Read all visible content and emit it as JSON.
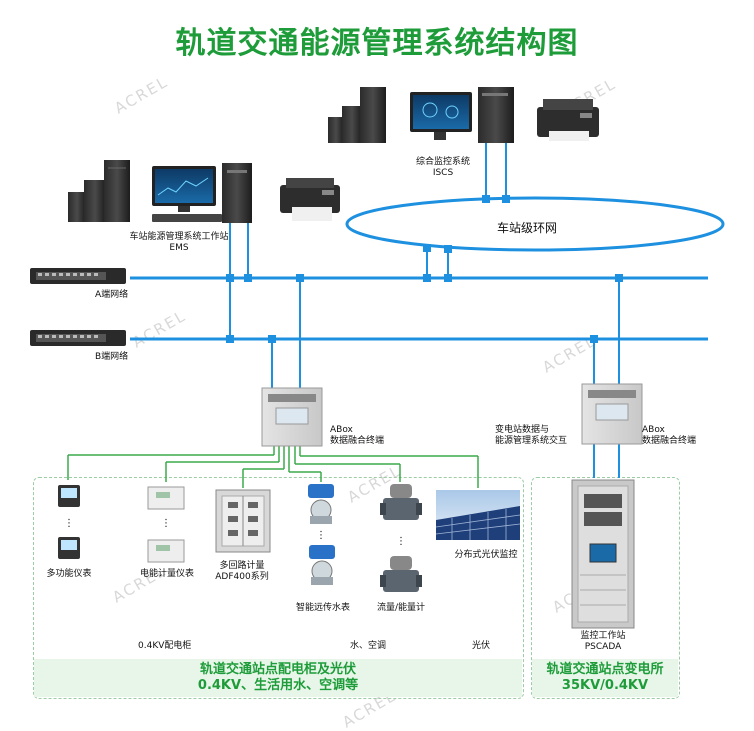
{
  "title": "轨道交通能源管理系统结构图",
  "watermark": "ACREL",
  "ring_label": "车站级环网",
  "ems": {
    "line1": "车站能源管理系统工作站",
    "line2": "EMS"
  },
  "iscs": {
    "line1": "综合监控系统",
    "line2": "ISCS"
  },
  "network_a": "A端网络",
  "network_b": "B端网络",
  "abox_left": {
    "line1": "ABox",
    "line2": "数据融合终端"
  },
  "abox_right": {
    "line1": "ABox",
    "line2": "数据融合终端"
  },
  "substation_note": {
    "line1": "变电站数据与",
    "line2": "能源管理系统交互"
  },
  "devices": {
    "multi_meter": "多功能仪表",
    "energy_meter": "电能计量仪表",
    "multi_circuit": {
      "line1": "多回路计量",
      "line2": "ADF400系列"
    },
    "water_meter": "智能远传水表",
    "flow_meter": "流量/能量计",
    "pv": "分布式光伏监控",
    "ellipsis": "⋮"
  },
  "section_labels": {
    "cabinet": "0.4KV配电柜",
    "water_ac": "水、空调",
    "pv": "光伏"
  },
  "pscada": {
    "line1": "监控工作站",
    "line2": "PSCADA"
  },
  "band_left": {
    "line1": "轨道交通站点配电柜及光伏",
    "line2": "0.4KV、生活用水、空调等"
  },
  "band_right": {
    "line1": "轨道交通站点变电所",
    "line2": "35KV/0.4KV"
  },
  "colors": {
    "title": "#1e9c3a",
    "bus": "#1e90e0",
    "green_line": "#3aaa4a"
  }
}
